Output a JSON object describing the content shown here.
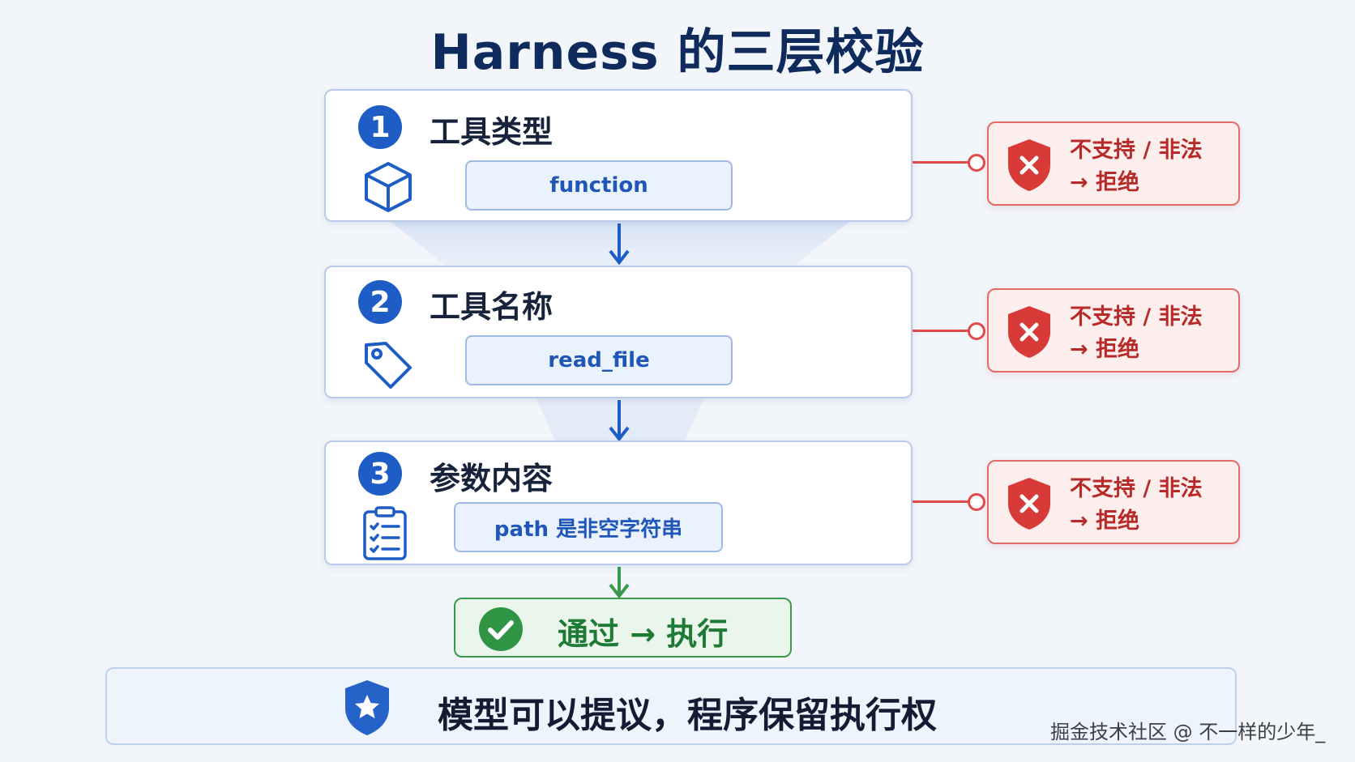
{
  "title": "Harness 的三层校验",
  "steps": [
    {
      "number": "1",
      "title": "工具类型",
      "value": "function",
      "icon": "cube-icon"
    },
    {
      "number": "2",
      "title": "工具名称",
      "value": "read_file",
      "icon": "tag-icon"
    },
    {
      "number": "3",
      "title": "参数内容",
      "value": "path 是非空字符串",
      "icon": "checklist-icon"
    }
  ],
  "reject": [
    {
      "line1": "不支持 / 非法",
      "line2": "→ 拒绝",
      "icon": "shield-x-icon"
    },
    {
      "line1": "不支持 / 非法",
      "line2": "→ 拒绝",
      "icon": "shield-x-icon"
    },
    {
      "line1": "不支持 / 非法",
      "line2": "→ 拒绝",
      "icon": "shield-x-icon"
    }
  ],
  "pass": {
    "label": "通过 → 执行",
    "icon": "check-circle-icon"
  },
  "footer": {
    "text": "模型可以提议，程序保留执行权",
    "icon": "shield-star-icon"
  },
  "watermark": "掘金技术社区 @ 不一样的少年_",
  "colors": {
    "primary": "#1e5cc6",
    "title": "#0f2a5c",
    "reject": "#e04a48",
    "pass": "#3a9a4c",
    "background": "#f2f5fa"
  }
}
